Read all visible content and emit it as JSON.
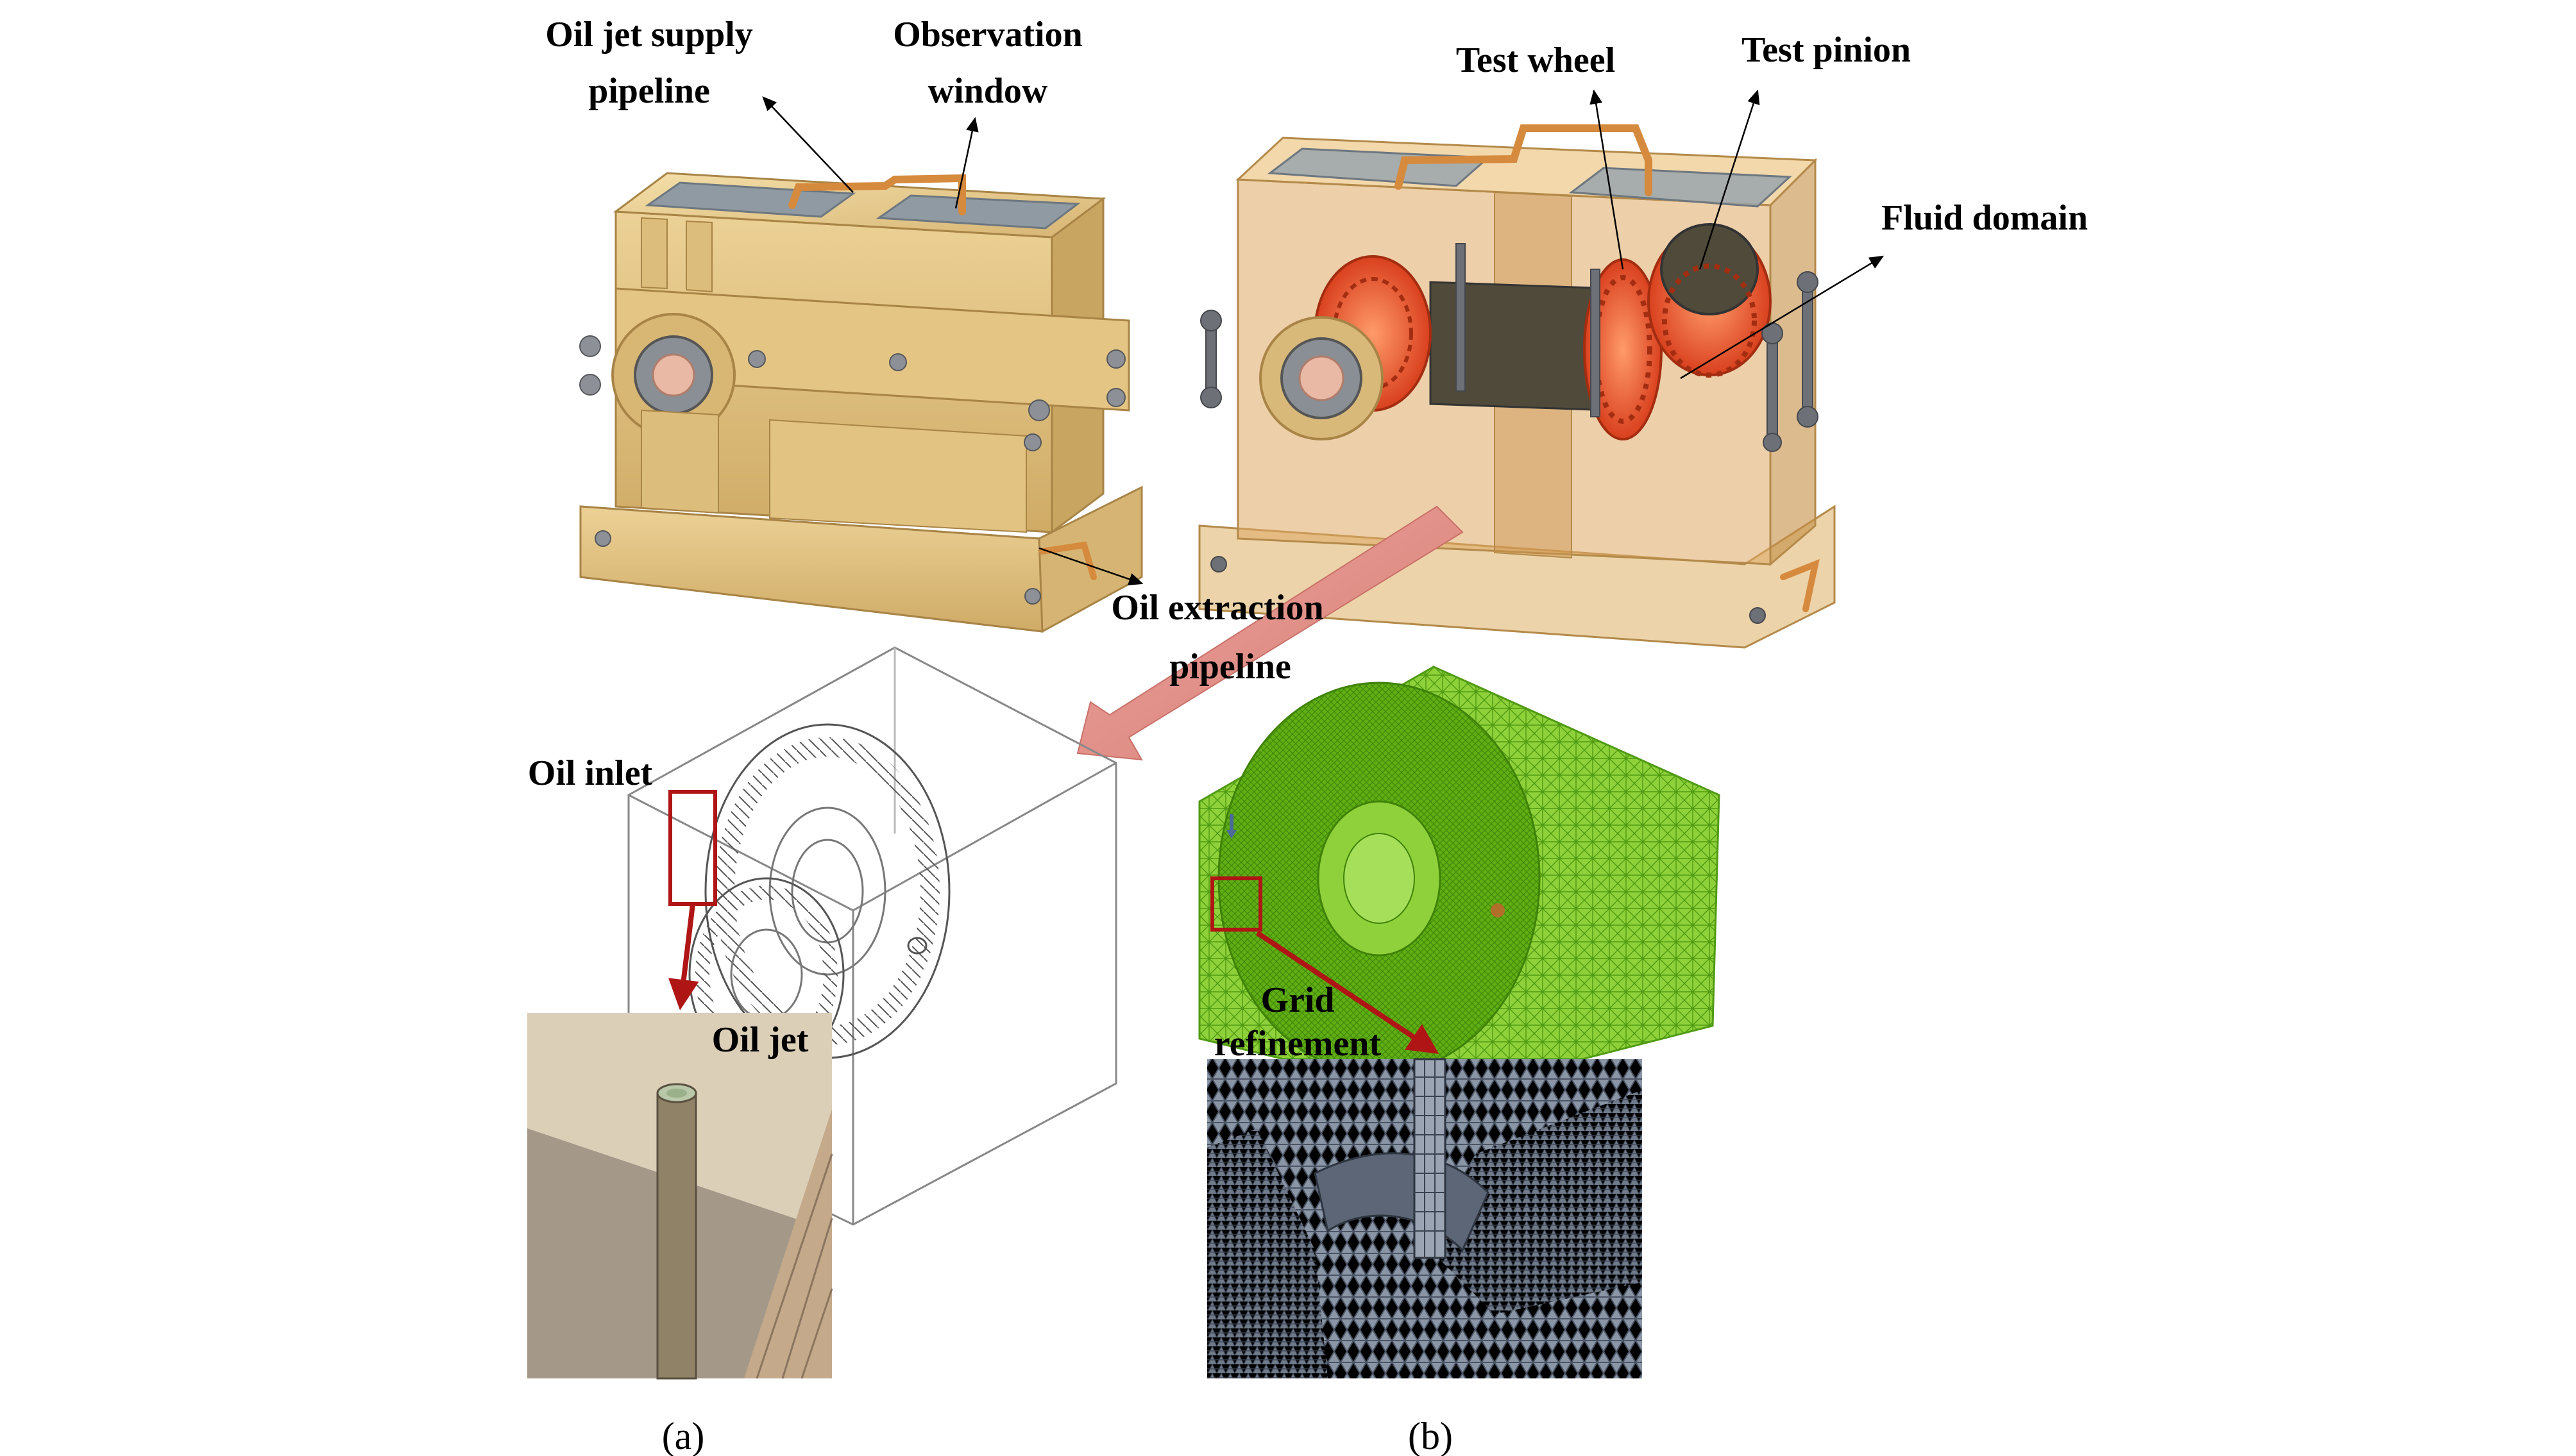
{
  "labels": {
    "oil_jet_supply_line1": "Oil jet supply",
    "oil_jet_supply_line2": "pipeline",
    "observation_window_line1": "Observation",
    "observation_window_line2": "window",
    "test_wheel": "Test wheel",
    "test_pinion": "Test pinion",
    "fluid_domain": "Fluid domain",
    "oil_extraction_line1": "Oil extraction",
    "oil_extraction_line2": "pipeline",
    "oil_inlet": "Oil inlet",
    "oil_jet": "Oil jet",
    "grid_refinement_line1": "Grid",
    "grid_refinement_line2": "refinement"
  },
  "captions": {
    "a": "(a)",
    "b": "(b)"
  },
  "colors": {
    "housing": "#e6c98a",
    "housing_dark": "#c9a562",
    "housing_transparent": "#d9a85a",
    "gear": "#e2542a",
    "mesh_green": "#6cb81a",
    "mesh_grey": "#7c8797",
    "callout_red": "#b01515",
    "big_arrow": "#e0908a"
  }
}
